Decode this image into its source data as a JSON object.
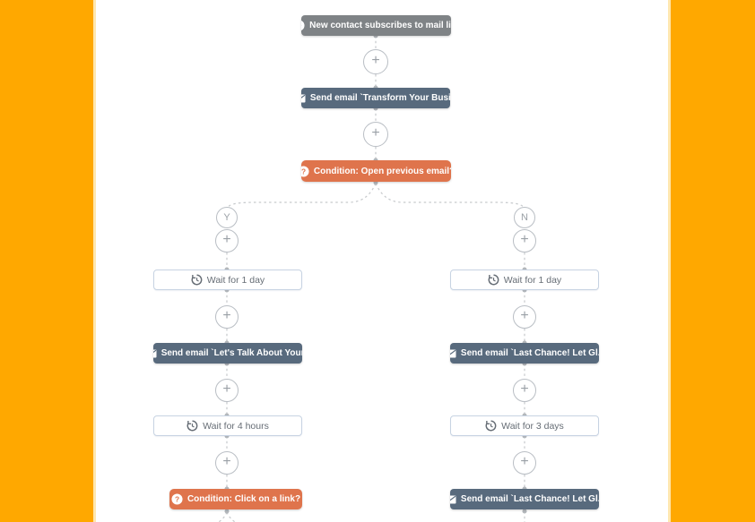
{
  "colors": {
    "page_background": "#ffa800",
    "canvas_background": "#ffffff",
    "trigger_node": "#7f8386",
    "email_node": "#586a7d",
    "condition_node": "#df744c",
    "wait_node_border": "#c7d3e2",
    "wait_node_text": "#666d75",
    "connector": "#c6c9cc"
  },
  "flow": {
    "trigger": {
      "label": "New contact subscribes to mail list"
    },
    "email_1": {
      "label": "Send email `Transform Your Busi..."
    },
    "condition_open": {
      "label": "Condition: Open previous email?"
    },
    "branch_yes": {
      "label": "Y"
    },
    "branch_no": {
      "label": "N"
    },
    "yes": {
      "wait_1": {
        "label": "Wait for 1 day"
      },
      "email": {
        "label": "Send email `Let's Talk About Your..."
      },
      "wait_2": {
        "label": "Wait for 4 hours"
      },
      "condition_click": {
        "label": "Condition: Click on a link?"
      }
    },
    "no": {
      "wait_1": {
        "label": "Wait for 1 day"
      },
      "email_1": {
        "label": "Send email `Last Chance! Let Gl..."
      },
      "wait_2": {
        "label": "Wait for 3 days"
      },
      "email_2": {
        "label": "Send email `Last Chance! Let Gl..."
      }
    }
  },
  "controls": {
    "add_step_label": "+"
  },
  "icons": {
    "question_glyph": "?"
  }
}
